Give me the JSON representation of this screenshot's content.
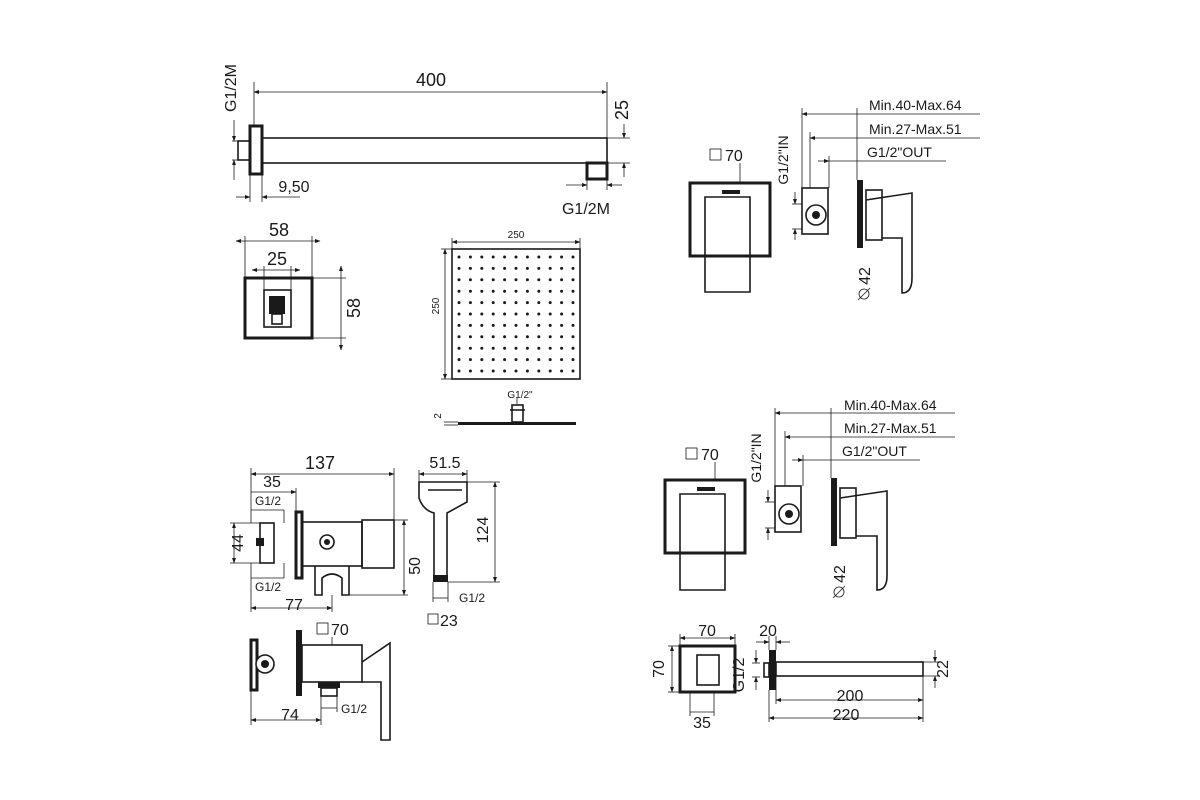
{
  "shower_arm": {
    "length": "400",
    "height": "25",
    "thread_wall": "G1/2M",
    "thread_outlet": "G1/2M",
    "offset": "9,50"
  },
  "wall_flange": {
    "width": "58",
    "inner_width": "25",
    "height": "58"
  },
  "shower_head": {
    "width": "250",
    "height": "250",
    "thickness": "2",
    "thread": "G1/2\""
  },
  "mixer_top": {
    "depth_max": "Min.40-Max.64",
    "depth_min": "Min.27-Max.51",
    "thread_in": "G1/2\"IN",
    "thread_out": "G1/2\"OUT",
    "plate": "70",
    "diameter": "42"
  },
  "mixer_bottom": {
    "depth_max": "Min.40-Max.64",
    "depth_min": "Min.27-Max.51",
    "thread_in": "G1/2\"IN",
    "thread_out": "G1/2\"OUT",
    "plate": "70",
    "diameter": "42"
  },
  "bidet_valve": {
    "length": "137",
    "offset": "35",
    "thread_top": "G1/2",
    "thread_bottom": "G1/2",
    "height": "44",
    "body_height": "50",
    "base": "77"
  },
  "hand_spray": {
    "width": "51.5",
    "height": "124",
    "thread": "G1/2",
    "square": "23"
  },
  "bidet_mixer": {
    "plate": "70",
    "depth": "74",
    "thread": "G1/2"
  },
  "spout": {
    "plate_width": "70",
    "plate_height": "70",
    "inner": "35",
    "thread": "G1/2",
    "flange": "20",
    "height": "22",
    "length_inner": "200",
    "length": "220"
  }
}
